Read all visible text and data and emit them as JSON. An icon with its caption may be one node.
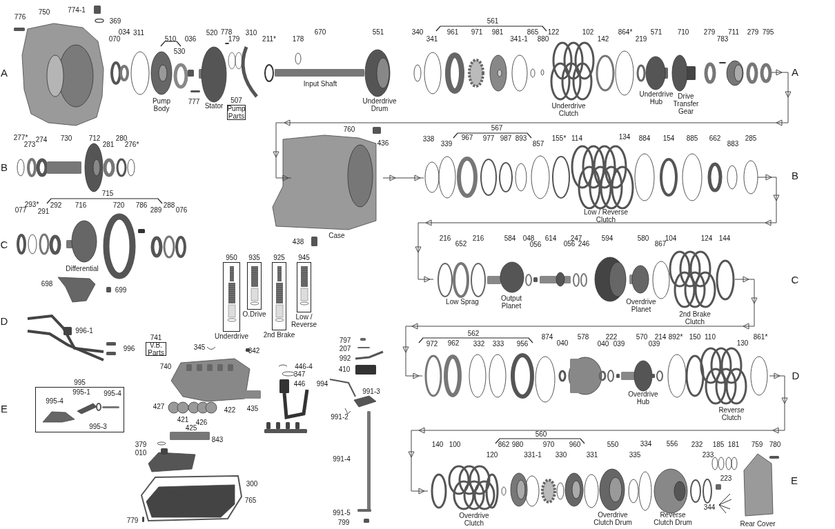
{
  "diagram": {
    "nodes": [
      {
        "text": [
          "Pump Parts"
        ],
        "beside": [
          "507"
        ]
      },
      {
        "text": [
          "V.B. Parts"
        ],
        "beside": [
          "741"
        ]
      },
      {
        "text": [],
        "shape": "box",
        "beside": [
          "950",
          "Underdrive"
        ]
      },
      {
        "text": [],
        "shape": "box",
        "beside": [
          "935",
          "O.Drive"
        ]
      },
      {
        "text": [],
        "shape": "box",
        "beside": [
          "925",
          "2nd Brake"
        ]
      },
      {
        "text": [],
        "shape": "box",
        "beside": [
          "945",
          "Low / Reverse"
        ]
      },
      {
        "text": [],
        "shape": "box",
        "beside": [
          "995"
        ]
      }
    ],
    "edges": [],
    "labels": [
      "776",
      "750",
      "774-1",
      "369",
      "070",
      "034",
      "311",
      "510",
      "530",
      "036",
      "520",
      "778",
      "179",
      "310",
      "211*",
      "178",
      "670",
      "551",
      "340",
      "341",
      "561",
      "961",
      "971",
      "981",
      "341-1",
      "865",
      "880",
      "122",
      "102",
      "142",
      "864*",
      "219",
      "571",
      "710",
      "279",
      "783",
      "711",
      "279",
      "795",
      "A",
      "Input Shaft",
      "A",
      "Pump Body",
      "777",
      "Stator",
      "Underdrive Drum",
      "Underdrive Hub",
      "Drive Transfer Gear",
      "Underdrive Clutch",
      "277*",
      "273",
      "274",
      "730",
      "712",
      "281",
      "280",
      "276*",
      "B",
      "760",
      "436",
      "338",
      "339",
      "567",
      "967",
      "977",
      "987",
      "893",
      "857",
      "155*",
      "114",
      "134",
      "884",
      "154",
      "885",
      "662",
      "883",
      "285",
      "B",
      "Low / Reverse Clutch",
      "715",
      "077",
      "293*",
      "291",
      "292",
      "716",
      "720",
      "786",
      "289",
      "288",
      "076",
      "Case",
      "438",
      "216",
      "652",
      "216",
      "584",
      "048",
      "056",
      "614",
      "056",
      "247",
      "246",
      "594",
      "580",
      "867",
      "104",
      "124",
      "144",
      "C",
      "C",
      "Differential",
      "Low Sprag",
      "Output Planet",
      "Overdrive Planet",
      "2nd Brake Clutch",
      "698",
      "699",
      "D",
      "996-1",
      "996",
      "345",
      "342",
      "740",
      "446-4",
      "347",
      "446",
      "797",
      "207",
      "992",
      "410",
      "994",
      "991-3",
      "991-2",
      "562",
      "972",
      "962",
      "332",
      "333",
      "956",
      "874",
      "040",
      "578",
      "040",
      "222",
      "039",
      "570",
      "039",
      "214",
      "892*",
      "150",
      "110",
      "130",
      "861*",
      "D",
      "Overdrive Hub",
      "Reverse Clutch",
      "E",
      "995-1",
      "995-4",
      "995-4",
      "995-3",
      "427",
      "422",
      "421",
      "426",
      "425",
      "435",
      "843",
      "379",
      "010",
      "991-4",
      "300",
      "765",
      "779",
      "991-5",
      "799",
      "560",
      "140",
      "100",
      "120",
      "862",
      "980",
      "331-1",
      "970",
      "330",
      "960",
      "331",
      "550",
      "335",
      "334",
      "556",
      "232",
      "233",
      "185",
      "181",
      "759",
      "780",
      "223",
      "344",
      "E",
      "Overdrive Clutch",
      "Overdrive Clutch Drum",
      "Reverse Clutch Drum",
      "Rear Cover"
    ]
  }
}
